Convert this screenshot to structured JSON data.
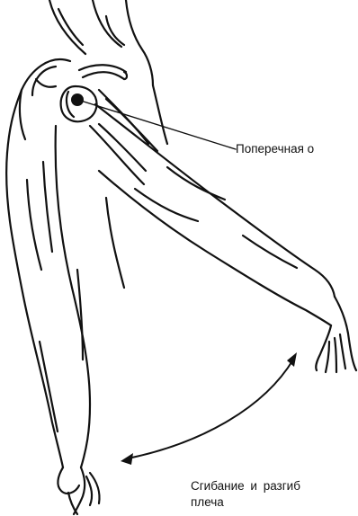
{
  "labels": {
    "axis_label": "Поперечная о",
    "motion_line1": "Сгибание и разгиб",
    "motion_line2": "плеча"
  },
  "colors": {
    "ink": "#111111",
    "background": "#ffffff"
  }
}
